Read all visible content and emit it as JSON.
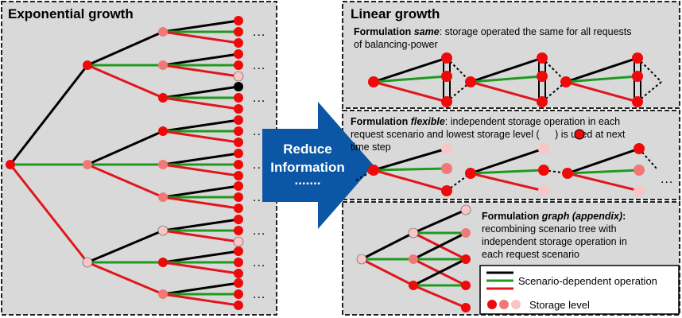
{
  "panels": {
    "left": {
      "title": "Exponential growth"
    },
    "right": {
      "title": "Linear growth"
    }
  },
  "formulations": {
    "same": {
      "prefix": "Formulation ",
      "keyword": "same",
      "suffix": ": storage operated the same for all requests",
      "line2": "of balancing-power"
    },
    "flexible": {
      "prefix": "Formulation ",
      "keyword": "flexible",
      "suffix": ": independent storage operation in each",
      "line2": "request scenario and lowest storage level (",
      "line2_end": ") is used at next",
      "line3": "time step"
    },
    "graph": {
      "prefix": "Formulation ",
      "keyword": "graph (appendix)",
      "suffix": ":",
      "line2": "recombining scenario tree with",
      "line3": "independent storage operation in",
      "line4": "each request scenario"
    }
  },
  "arrow": {
    "line1": "Reduce",
    "line2": "Information",
    "dots": "......."
  },
  "legend": {
    "operation": "Scenario-dependent operation",
    "storage": "Storage level"
  },
  "ellipsis": "...",
  "colors": {
    "up": "#000000",
    "mid": "#1f9a1f",
    "down": "#e0161c",
    "node_red": "#ee0a0a",
    "node_salmon": "#f07878",
    "node_pink": "#f7c6c6",
    "node_black": "#000000",
    "panel_bg": "#d9d9d9",
    "arrow": "#0b57a6"
  }
}
